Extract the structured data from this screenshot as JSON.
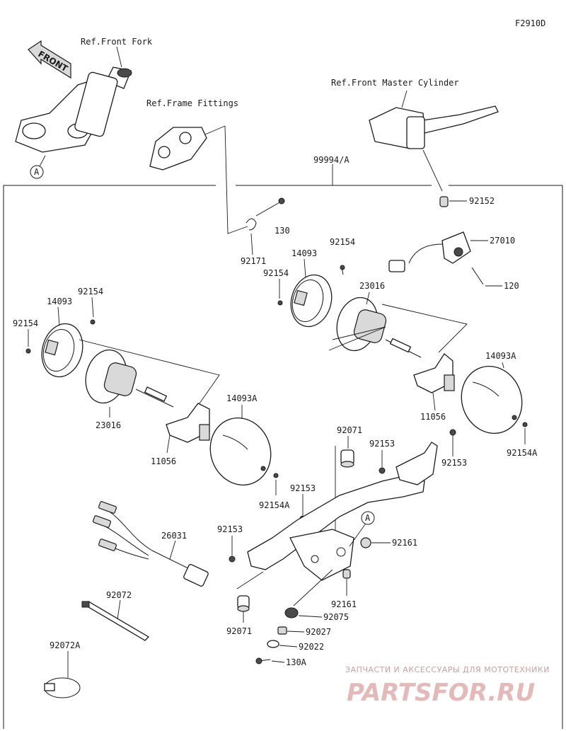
{
  "diagram_code": "F2910D",
  "front_arrow": "FRONT",
  "refs": {
    "front_fork": "Ref.Front Fork",
    "frame_fittings": "Ref.Frame Fittings",
    "front_master_cylinder": "Ref.Front Master Cylinder"
  },
  "callout_a": "A",
  "assembly_label": "99994/A",
  "parts": {
    "p130": "130",
    "p92171": "92171",
    "p92152": "92152",
    "p27010": "27010",
    "p120": "120",
    "p92154_r1": "92154",
    "p92154_r2": "92154",
    "p14093_r": "14093",
    "p23016_r": "23016",
    "p14093_l": "14093",
    "p92154_l1": "92154",
    "p92154_l2": "92154",
    "p23016_l": "23016",
    "p11056_l": "11056",
    "p14093a_l": "14093A",
    "p92154a_l": "92154A",
    "p14093a_r": "14093A",
    "p11056_r": "11056",
    "p92154a_r": "92154A",
    "p92071_t": "92071",
    "p92153_a": "92153",
    "p92153_b": "92153",
    "p92153_c": "92153",
    "p92153_d": "92153",
    "p26031": "26031",
    "p92161_a": "92161",
    "p92161_b": "92161",
    "p92075": "92075",
    "p92071_b": "92071",
    "p92027": "92027",
    "p92022": "92022",
    "p130a": "130A",
    "p92072": "92072",
    "p92072a": "92072A"
  },
  "watermark": {
    "line1": "ЗАПЧАСТИ И АКСЕССУАРЫ ДЛЯ МОТОТЕХНИКИ",
    "line2": "PARTSFOR.RU"
  }
}
